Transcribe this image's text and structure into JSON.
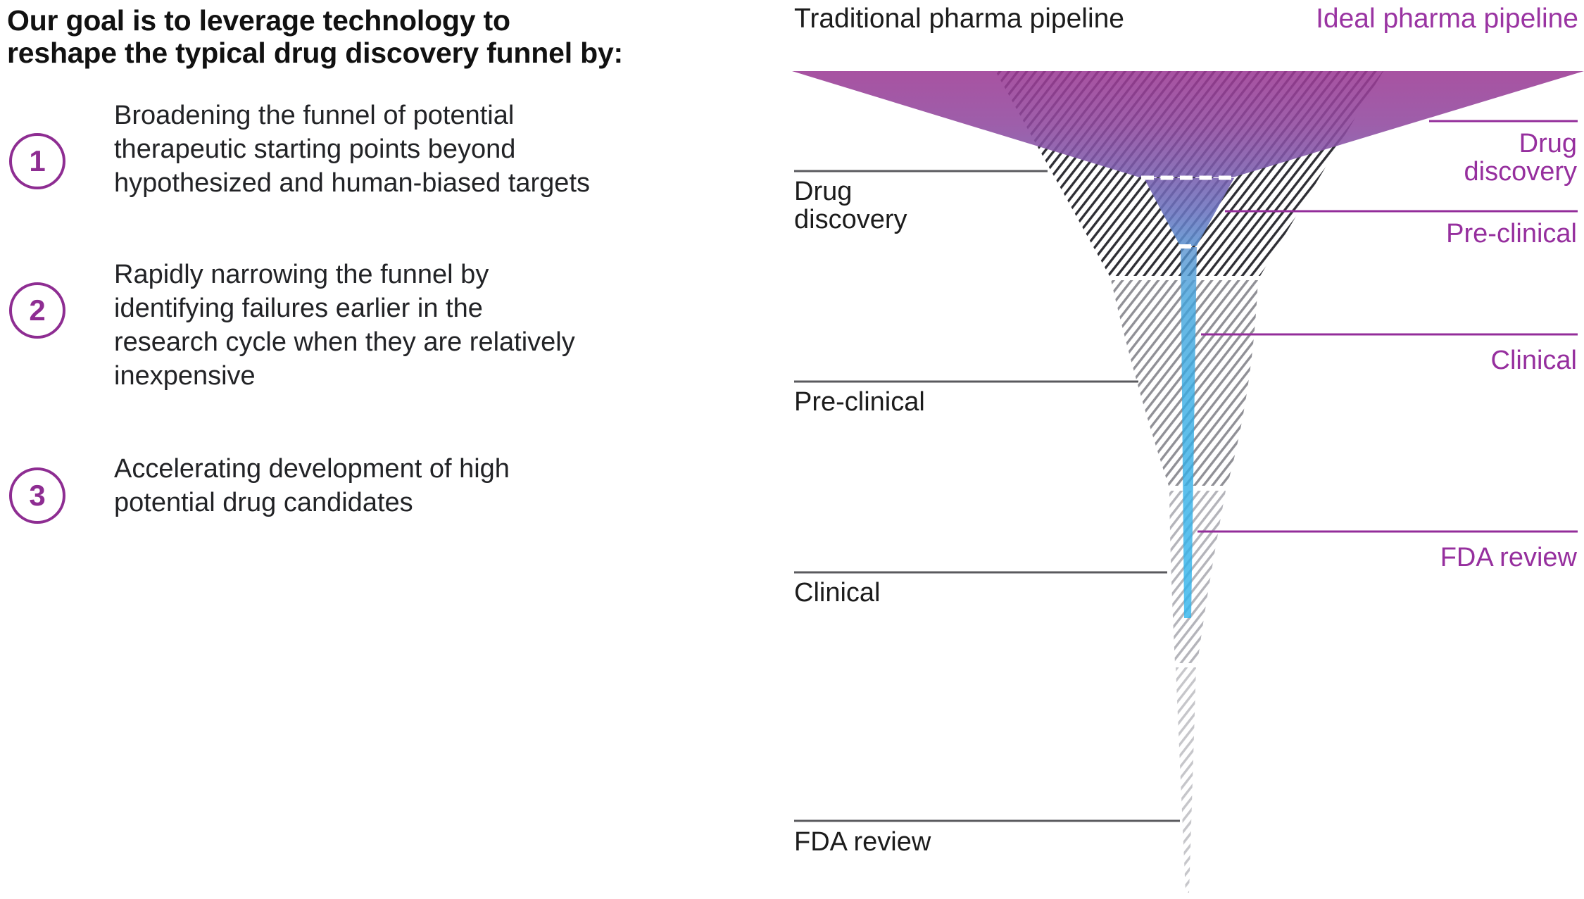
{
  "left_panel": {
    "heading_lines": [
      "Our goal is to leverage technology to",
      "reshape the typical drug discovery funnel by:"
    ],
    "items": [
      {
        "number": "1",
        "lines": [
          "Broadening the funnel of potential",
          "therapeutic starting points beyond",
          "hypothesized and human-biased targets"
        ]
      },
      {
        "number": "2",
        "lines": [
          "Rapidly narrowing the funnel by",
          "identifying failures earlier in the",
          "research cycle when they are relatively",
          "inexpensive"
        ]
      },
      {
        "number": "3",
        "lines": [
          "Accelerating development of high",
          "potential drug candidates"
        ]
      }
    ]
  },
  "diagram": {
    "headers": {
      "traditional": "Traditional pharma pipeline",
      "ideal": "Ideal pharma pipeline"
    },
    "traditional_labels": {
      "drug_discovery": {
        "lines": [
          "Drug",
          "discovery"
        ]
      },
      "pre_clinical": "Pre-clinical",
      "clinical": "Clinical",
      "fda_review": "FDA review"
    },
    "ideal_labels": {
      "drug_discovery": {
        "lines": [
          "Drug",
          "discovery"
        ]
      },
      "pre_clinical": "Pre-clinical",
      "clinical": "Clinical",
      "fda_review": "FDA review"
    },
    "colors": {
      "accent_purple": "#8e2d92",
      "ideal_text_purple": "#962f9e",
      "ideal_line_purple": "#932d9a",
      "traditional_text": "#1c1c1c",
      "traditional_line_gray": "#5a5a5e",
      "funnel_gradient_top": "#9c3a94",
      "funnel_gradient_mid": "#6f74c0",
      "funnel_gradient_bottom": "#3bb5ea",
      "hatch_stage1": "#2e2e34",
      "hatch_stage2": "#909096",
      "hatch_stage3": "#b4b4ba",
      "hatch_stage4": "#c6c6ca"
    }
  }
}
